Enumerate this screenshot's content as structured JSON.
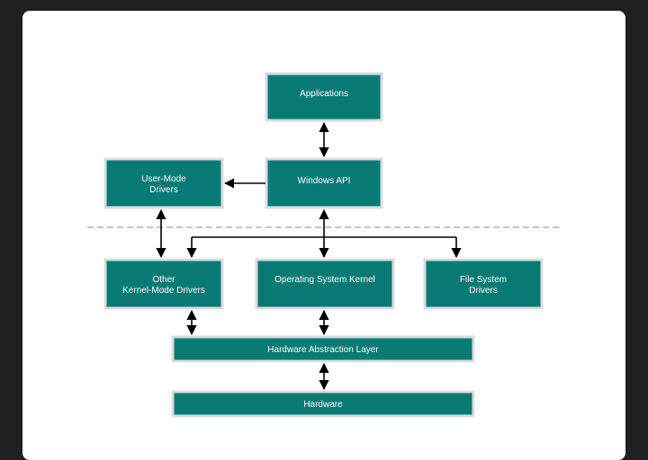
{
  "colors": {
    "box_fill": "#087a74",
    "box_border": "#d9dde0",
    "arrow": "#000000",
    "divider": "#8fa7b6",
    "page_bg": "#1e1f23",
    "card_bg": "#ffffff"
  },
  "diagram": {
    "applications": "Applications",
    "windows_api": "Windows API",
    "user_mode_drivers": {
      "line1": "User-Mode",
      "line2": "Drivers"
    },
    "other_kernel_drivers": {
      "line1": "Other",
      "line2": "Kernel-Mode Drivers"
    },
    "os_kernel": "Operating System Kernel",
    "fs_drivers": {
      "line1": "File System",
      "line2": "Drivers"
    },
    "hal": "Hardware Abstraction Layer",
    "hardware": "Hardware"
  }
}
